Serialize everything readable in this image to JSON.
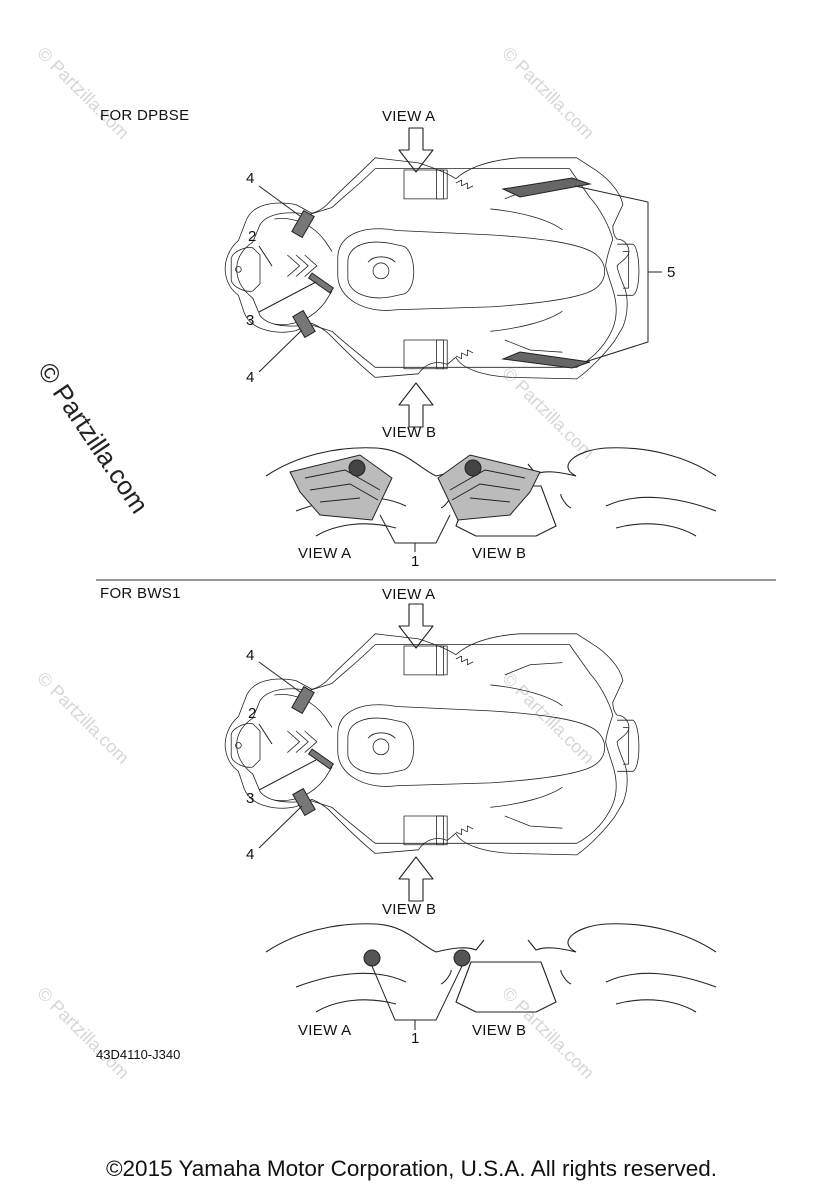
{
  "sections": [
    {
      "heading": "FOR DPBSE",
      "view_a_label": "VIEW A",
      "view_b_label": "VIEW B",
      "bottom_view_a": "VIEW A",
      "bottom_view_b": "VIEW B",
      "callouts": [
        "1",
        "2",
        "3",
        "4",
        "4",
        "5"
      ]
    },
    {
      "heading": "FOR BWS1",
      "view_a_label": "VIEW A",
      "view_b_label": "VIEW B",
      "bottom_view_a": "VIEW A",
      "bottom_view_b": "VIEW B",
      "callouts": [
        "1",
        "2",
        "3",
        "4",
        "4"
      ]
    }
  ],
  "figure_code": "43D4110-J340",
  "copyright": "©2015 Yamaha Motor Corporation, U.S.A. All rights reserved.",
  "watermark": "© Partzilla.com",
  "icons": [
    "atv-top-view-outline",
    "view-arrow-icon",
    "yamaha-tuning-fork-emblem"
  ]
}
